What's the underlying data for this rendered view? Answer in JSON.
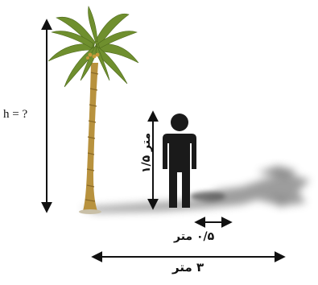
{
  "labels": {
    "tree_height": "h = ?",
    "person_height": "۱/۵ متر",
    "shadow_gap": "۰/۵ متر",
    "total_distance": "۳ متر"
  },
  "colors": {
    "ink": "#111111",
    "person": "#1a1a1a",
    "trunk": "#b08a3a",
    "leaves": "#6f8f2e",
    "shadow": "#8a8a8a"
  },
  "icons": {
    "tree": "palm-tree-icon",
    "person": "person-silhouette-icon"
  }
}
